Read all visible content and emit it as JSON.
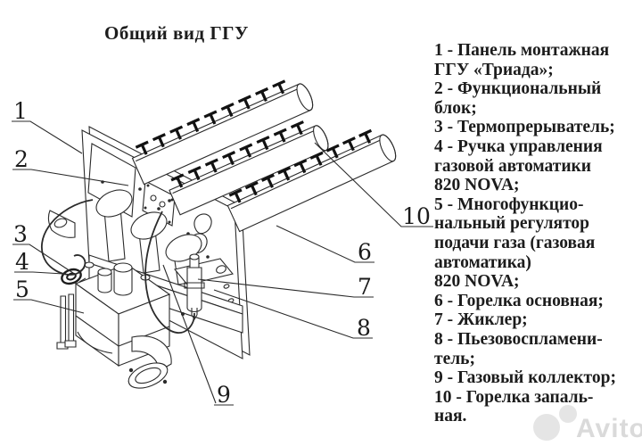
{
  "title": "Общий вид ГГУ",
  "legend": {
    "lines": [
      "1 - Панель монтажная",
      "ГГУ «Триада»;",
      "2 - Функциональный",
      "блок;",
      "3 - Термопрерыватель;",
      "4 - Ручка управления",
      "газовой автоматики",
      "820 NOVA;",
      "5 - Многофункцио-",
      "нальный регулятор",
      "подачи газа (газовая",
      "автоматика)",
      "820 NOVA;",
      "6 - Горелка основная;",
      "7 - Жиклер;",
      "8 - Пьезовоспламени-",
      "тель;",
      "9 - Газовый коллектор;",
      "10 - Горелка запаль-",
      "ная."
    ]
  },
  "callouts": [
    "1",
    "2",
    "3",
    "4",
    "5",
    "6",
    "7",
    "8",
    "9",
    "10"
  ],
  "watermark": {
    "text": "Avito"
  },
  "colors": {
    "background": "#ffffff",
    "line": "#2b2b2b",
    "text": "#1c1c1c",
    "rib": "#121212",
    "watermark": "#c3c3c3"
  }
}
